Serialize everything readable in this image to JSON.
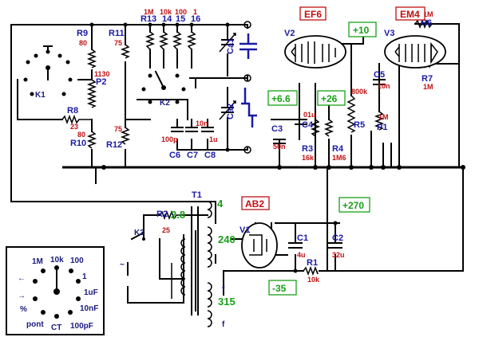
{
  "tubes": {
    "v2": {
      "designator": "V2",
      "type": "EF6"
    },
    "v3": {
      "designator": "V3",
      "type": "EM4"
    },
    "v1": {
      "designator": "V1",
      "type": "AB2"
    }
  },
  "voltages": {
    "screen": "+6.6",
    "anode": "+26",
    "supply_10": "+10",
    "hv": "+270",
    "bias": "-35"
  },
  "resistors": {
    "r9": {
      "ref": "R9",
      "value": "80"
    },
    "r11": {
      "ref": "R11",
      "value": "75"
    },
    "r12": {
      "ref": "R12",
      "value": "75"
    },
    "r8": {
      "ref": "R8",
      "value": "23"
    },
    "r10": {
      "ref": "R10",
      "value": "80"
    },
    "p2": {
      "ref": "P2",
      "value": "1130"
    },
    "r13": {
      "ref": "R13",
      "value": "1M"
    },
    "r14": {
      "ref": "14",
      "value": "10k"
    },
    "r15": {
      "ref": "15",
      "value": "100"
    },
    "r16": {
      "ref": "16",
      "value": "1"
    },
    "r3": {
      "ref": "R3",
      "value": "16k"
    },
    "r4": {
      "ref": "R4",
      "value": "1M6"
    },
    "r5": {
      "ref": "R5",
      "value": "800k"
    },
    "p1": {
      "ref": "P1",
      "value": "1M"
    },
    "r6": {
      "ref": "R6",
      "value": "1M"
    },
    "r7": {
      "ref": "R7",
      "value": "1M"
    },
    "r2": {
      "ref": "R2",
      "value": "25"
    },
    "r1": {
      "ref": "R1",
      "value": "10k"
    }
  },
  "capacitors": {
    "ca1": {
      "ref": "Ca1"
    },
    "ca2": {
      "ref": "Ca2"
    },
    "c6": {
      "ref": "C6",
      "value": "100p"
    },
    "c7": {
      "ref": "C7",
      "value": "10n"
    },
    "c8": {
      "ref": "C8",
      "value": "1u"
    },
    "c3": {
      "ref": "C3",
      "value": "50n"
    },
    "c4": {
      "ref": "C4",
      "value": "01u"
    },
    "c5": {
      "ref": "C5",
      "value": "10n"
    },
    "c1": {
      "ref": "C1",
      "value": "4u"
    },
    "c2": {
      "ref": "C2",
      "value": "32u"
    }
  },
  "switches": {
    "k1": "K1",
    "k2": "K2",
    "k3": "K3"
  },
  "transformer": {
    "ref": "T1",
    "w4": "4",
    "w240": "240",
    "w315": "315",
    "w28": "2.8",
    "f": "f"
  },
  "selector_dial": {
    "labels": [
      "10k",
      "100",
      "1",
      "1uF",
      "10nF",
      "100pF",
      "CT",
      "pont",
      "%",
      "1M"
    ],
    "arrow_left": "←",
    "arrow_right": "→"
  },
  "mains_symbol": "~"
}
